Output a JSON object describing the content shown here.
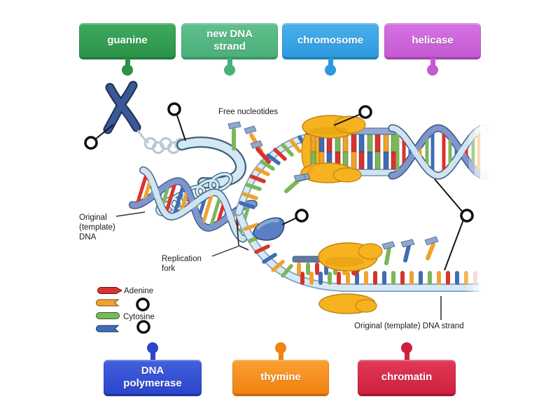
{
  "activity": {
    "kind": "labelled-diagram",
    "topic": "DNA replication"
  },
  "word_bank": {
    "top": [
      {
        "id": "guanine",
        "text": "guanine",
        "color": "#2b9349"
      },
      {
        "id": "new-dna-strand",
        "text": "new DNA strand",
        "color": "#4aaf78"
      },
      {
        "id": "chromosome",
        "text": "chromosome",
        "color": "#2d9ade"
      },
      {
        "id": "helicase",
        "text": "helicase",
        "color": "#c45ad2"
      }
    ],
    "bottom": [
      {
        "id": "dna-polymerase",
        "text": "DNA polymerase",
        "color": "#2b46cb"
      },
      {
        "id": "thymine",
        "text": "thymine",
        "color": "#f28211"
      },
      {
        "id": "chromatin",
        "text": "chromatin",
        "color": "#cf1f3f"
      }
    ]
  },
  "diagram": {
    "annotations": {
      "free_nucleotides": "Free nucleotides",
      "original_dna_l1": "Original",
      "original_dna_l2": "(template)",
      "original_dna_l3": "DNA",
      "replication_fork_l1": "Replication",
      "replication_fork_l2": "fork",
      "template_strand": "Original (template) DNA strand"
    },
    "legend": {
      "adenine": "Adenine",
      "cytosine": "Cytosine"
    },
    "base_colors": {
      "adenine_red": "#d7342f",
      "thymine_orange": "#f0a22e",
      "cytosine_green": "#7cb65a",
      "guanine_blue": "#3f6cb4"
    },
    "drop_target_count": 7
  }
}
